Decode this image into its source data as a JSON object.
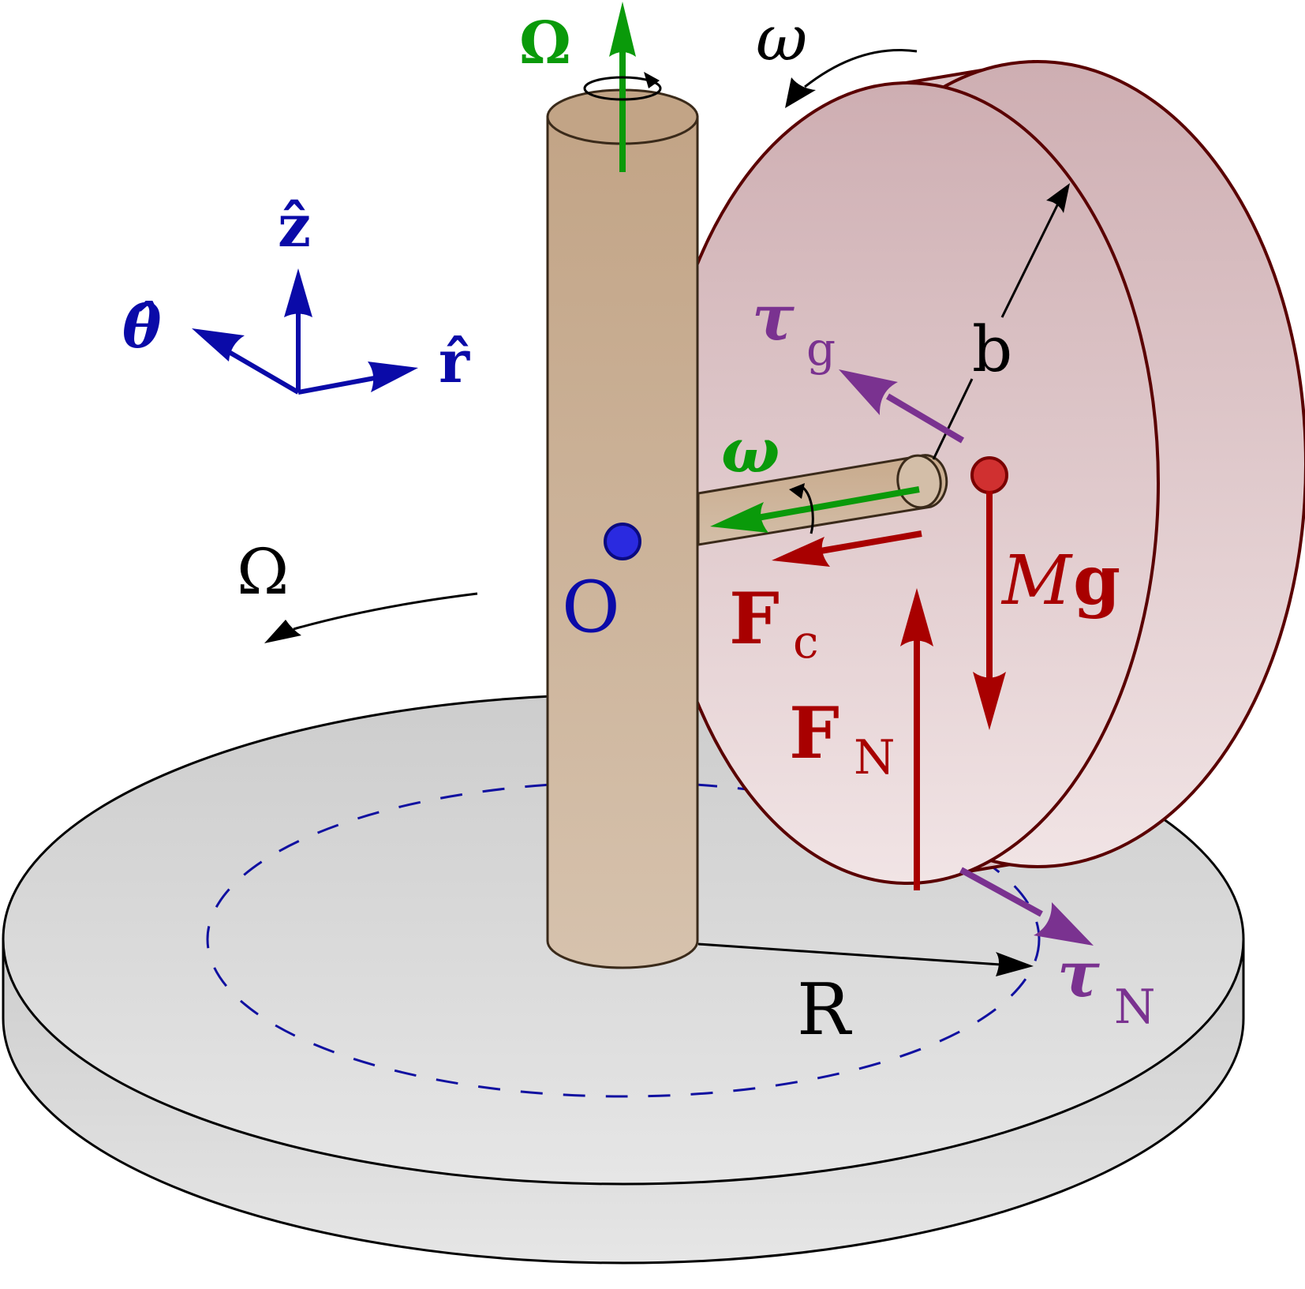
{
  "colors": {
    "omega_green": "#0a9a0a",
    "axis_blue": "#0a0aa8",
    "force_red": "#a80000",
    "torque_purple": "#7a3290",
    "rod_tan": "#c8aa8c",
    "wheel_pink": "#d9b7ba",
    "table_gray": "#d6d6d6",
    "dashed_circle": "#1010a0"
  },
  "labels": {
    "Omega_axis": "Ω",
    "omega_top": "ω",
    "z_hat": "ẑ",
    "theta_hat": "θ̂",
    "r_hat": "r̂",
    "tau_symbol": "τ",
    "tau_g_sub": "g",
    "b": "b",
    "omega_axle": "ω",
    "Omega_rotation": "Ω",
    "O": "O",
    "F_symbol": "F",
    "F_c_sub": "c",
    "Mg_M": "M",
    "Mg_g": "g",
    "F_N_sub": "N",
    "R": "R",
    "tau_N_sub": "N"
  },
  "icons": {
    "vertical_shaft": "cylinder-shaft-icon",
    "wheel": "disk-wheel-icon",
    "turntable": "turntable-icon"
  }
}
